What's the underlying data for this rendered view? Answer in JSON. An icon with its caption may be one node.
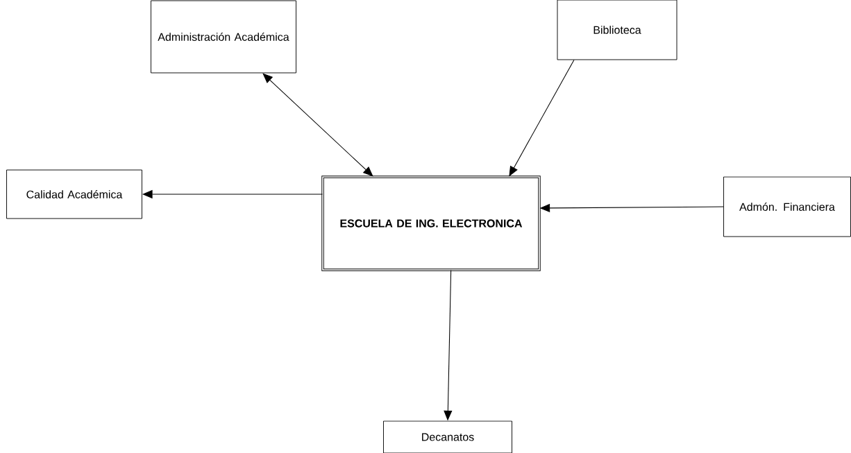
{
  "diagram": {
    "nodes": [
      {
        "text": [
          "Administración Académica"
        ]
      },
      {
        "text": [
          "Biblioteca"
        ]
      },
      {
        "text": [
          "Calidad Académica"
        ]
      },
      {
        "text": [
          "ESCUELA DE ING. ELECTRONICA"
        ]
      },
      {
        "text": [
          "Admón. Financiera"
        ]
      },
      {
        "text": [
          "Decanatos"
        ]
      }
    ],
    "edges": [
      {
        "from": 0,
        "to": 3,
        "arrow": "both"
      },
      {
        "from": 1,
        "to": 3,
        "arrow": "to"
      },
      {
        "from": 3,
        "to": 2,
        "arrow": "to"
      },
      {
        "from": 4,
        "to": 3,
        "arrow": "to"
      },
      {
        "from": 3,
        "to": 5,
        "arrow": "to"
      }
    ]
  }
}
